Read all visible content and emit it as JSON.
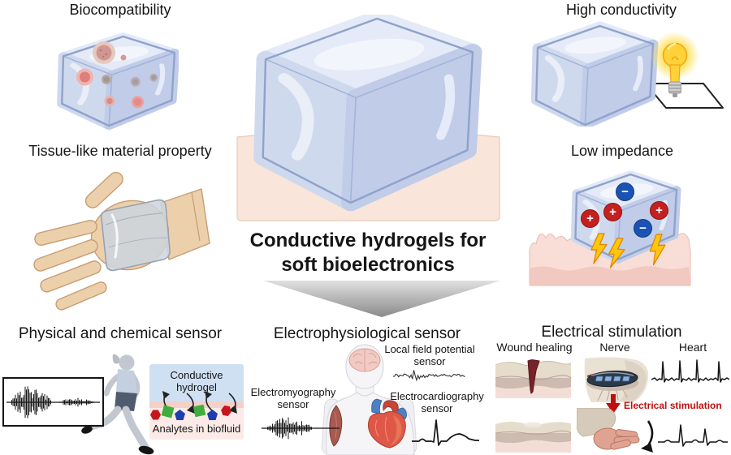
{
  "figure": {
    "center": {
      "title_line1": "Conductive hydrogels for",
      "title_line2": "soft bioelectronics"
    },
    "properties": {
      "biocompatibility": {
        "label": "Biocompatibility"
      },
      "high_conductivity": {
        "label": "High conductivity"
      },
      "tissue_like": {
        "label": "Tissue-like material property"
      },
      "low_impedance": {
        "label": "Low impedance",
        "charges": {
          "plus": "+",
          "minus": "−"
        }
      }
    },
    "applications": {
      "physical_chemical": {
        "title": "Physical and chemical sensor",
        "hydrogel_label_line1": "Conductive",
        "hydrogel_label_line2": "hydrogel",
        "analytes_label": "Analytes in biofluid"
      },
      "electrophysiological": {
        "title": "Electrophysiological sensor",
        "lfp_label_line1": "Local field potential",
        "lfp_label_line2": "sensor",
        "emg_label_line1": "Electromyography",
        "emg_label_line2": "sensor",
        "ecg_label_line1": "Electrocardiography",
        "ecg_label_line2": "sensor"
      },
      "electrical_stimulation": {
        "title": "Electrical stimulation",
        "wound_label": "Wound healing",
        "nerve_label": "Nerve",
        "heart_label": "Heart",
        "stim_arrow_label": "Electrical stimulation"
      }
    },
    "colors": {
      "hydrogel_blue": "#cfd9ee",
      "skin_peach": "#f9e5da",
      "tissue_pink": "#f8ded7",
      "charge_red": "#c3201f",
      "charge_blue": "#1b53b5",
      "lightning_yellow": "#ffc60b",
      "stimulation_red": "#c01111",
      "analyte_red": "#c5161d",
      "analyte_green": "#3fae3c",
      "analyte_blue": "#1d3fae",
      "panel_blue": "#cfe0f3",
      "panel_pink": "#fbeae7"
    }
  }
}
